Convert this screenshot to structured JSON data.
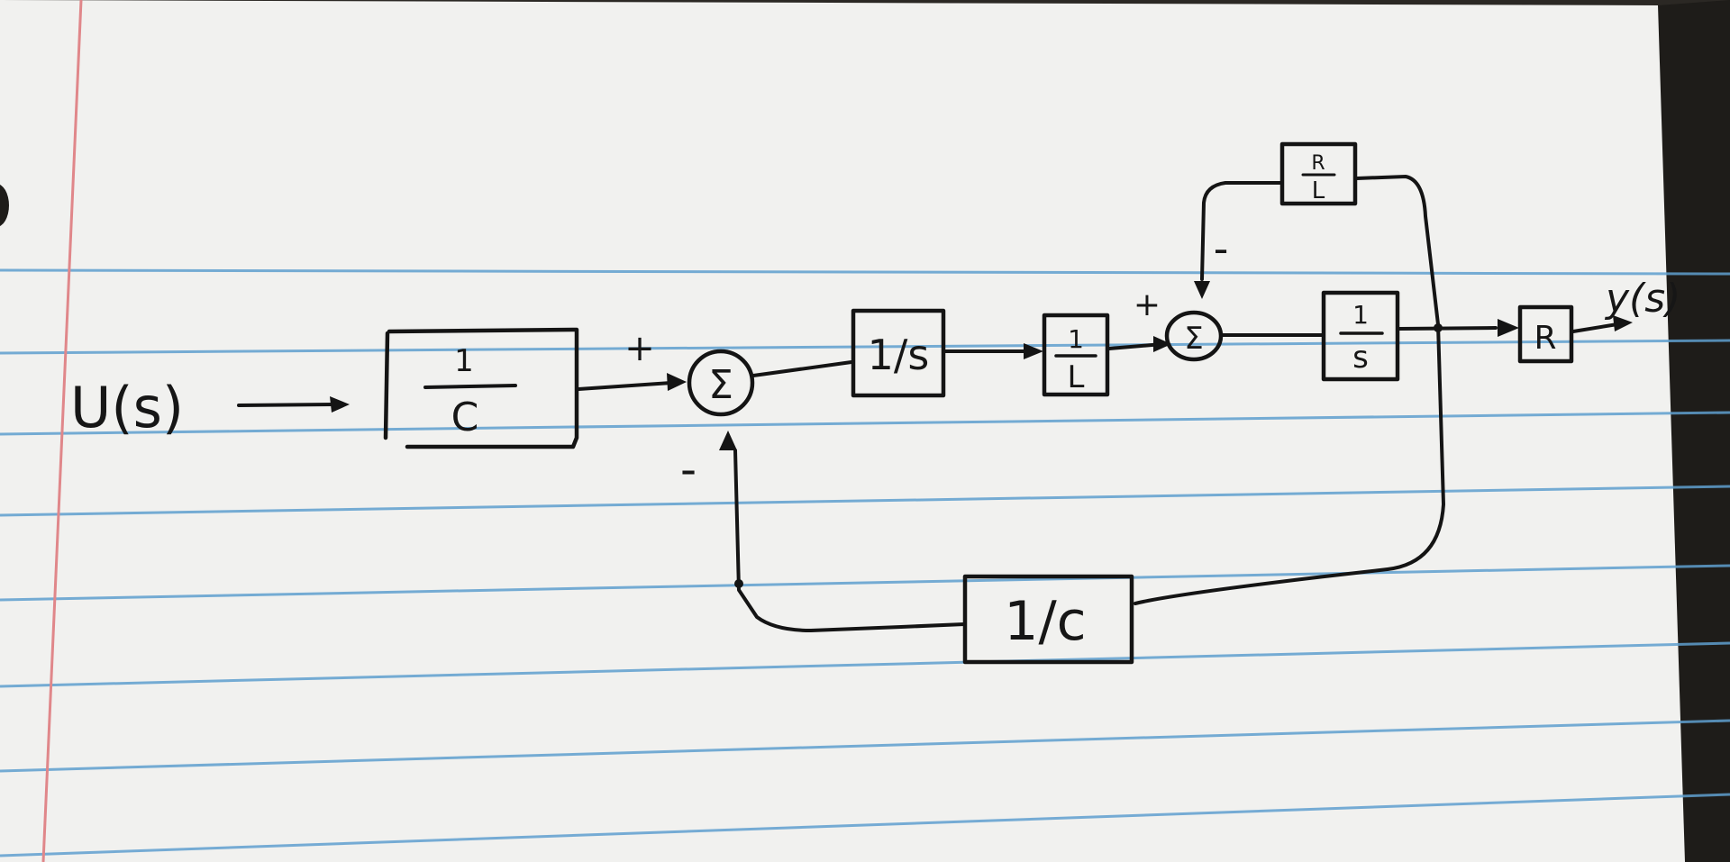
{
  "colors": {
    "paper": "#f1f1ef",
    "rule_line": "#5f9fcf",
    "margin_line": "#e0878a",
    "ink": "#141414",
    "background": "#2b2824"
  },
  "diagram": {
    "input_label": "U(s)",
    "output_label": "y(s)",
    "blocks": {
      "input_gain": {
        "num": "1",
        "den": "C"
      },
      "integrator_1": {
        "text": "1/s"
      },
      "inductor_gain": {
        "num": "1",
        "den": "L"
      },
      "integrator_2": {
        "num": "1",
        "den": "s"
      },
      "output_gain": {
        "text": "R"
      },
      "feedback_rl": {
        "num": "R",
        "den": "L"
      },
      "feedback_c": {
        "text": "1/c"
      }
    },
    "summing_junctions": {
      "sum_1": {
        "symbol": "Σ",
        "plus_sign": "+",
        "minus_sign": "-"
      },
      "sum_2": {
        "symbol": "Σ",
        "plus_sign": "+",
        "minus_sign": "-"
      }
    }
  }
}
